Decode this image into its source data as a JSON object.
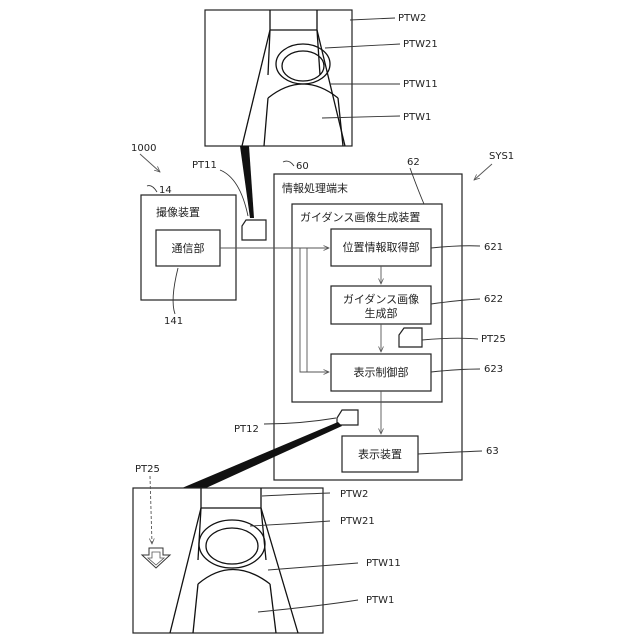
{
  "labels": {
    "system_id": "1000",
    "sys": "SYS1",
    "camera_id": "14",
    "terminal_id": "60",
    "guidance_id": "62",
    "comm_id": "141",
    "pos_id": "621",
    "gen_id": "622",
    "ctrl_id": "623",
    "display_id": "63",
    "pt11": "PT11",
    "pt12": "PT12",
    "pt25_mid": "PT25",
    "pt25_bottom": "PT25"
  },
  "boxes": {
    "camera": "撮像装置",
    "comm": "通信部",
    "terminal": "情報処理端末",
    "guidance": "ガイダンス画像生成装置",
    "position": "位置情報取得部",
    "generator_line1": "ガイダンス画像",
    "generator_line2": "生成部",
    "controller": "表示制御部",
    "display": "表示装置"
  },
  "top_image": {
    "ptw2": "PTW2",
    "ptw21": "PTW21",
    "ptw11": "PTW11",
    "ptw1": "PTW1"
  },
  "bottom_image": {
    "ptw2": "PTW2",
    "ptw21": "PTW21",
    "ptw11": "PTW11",
    "ptw1": "PTW1"
  }
}
